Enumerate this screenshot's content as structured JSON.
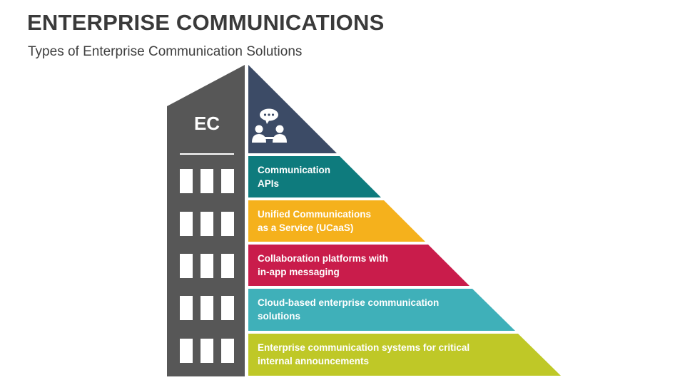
{
  "title": "ENTERPRISE COMMUNICATIONS",
  "subtitle": "Types of Enterprise Communication Solutions",
  "building": {
    "label": "EC"
  },
  "top_icon": "people-chat-icon",
  "tiers": [
    {
      "lines": [
        "Communication",
        "APIs"
      ],
      "color": "#0e7b7d"
    },
    {
      "lines": [
        "Unified Communications",
        "as a Service (UCaaS)"
      ],
      "color": "#f5b11c"
    },
    {
      "lines": [
        "Collaboration platforms with",
        "in-app messaging"
      ],
      "color": "#c91c4b"
    },
    {
      "lines": [
        "Cloud-based enterprise communication",
        "solutions"
      ],
      "color": "#3fb0b9"
    },
    {
      "lines": [
        "Enterprise communication systems for critical",
        "internal announcements"
      ],
      "color": "#bfc827"
    }
  ],
  "colors": {
    "building": "#575757",
    "top_tier": "#3c4b66",
    "windows": "#ffffff"
  }
}
